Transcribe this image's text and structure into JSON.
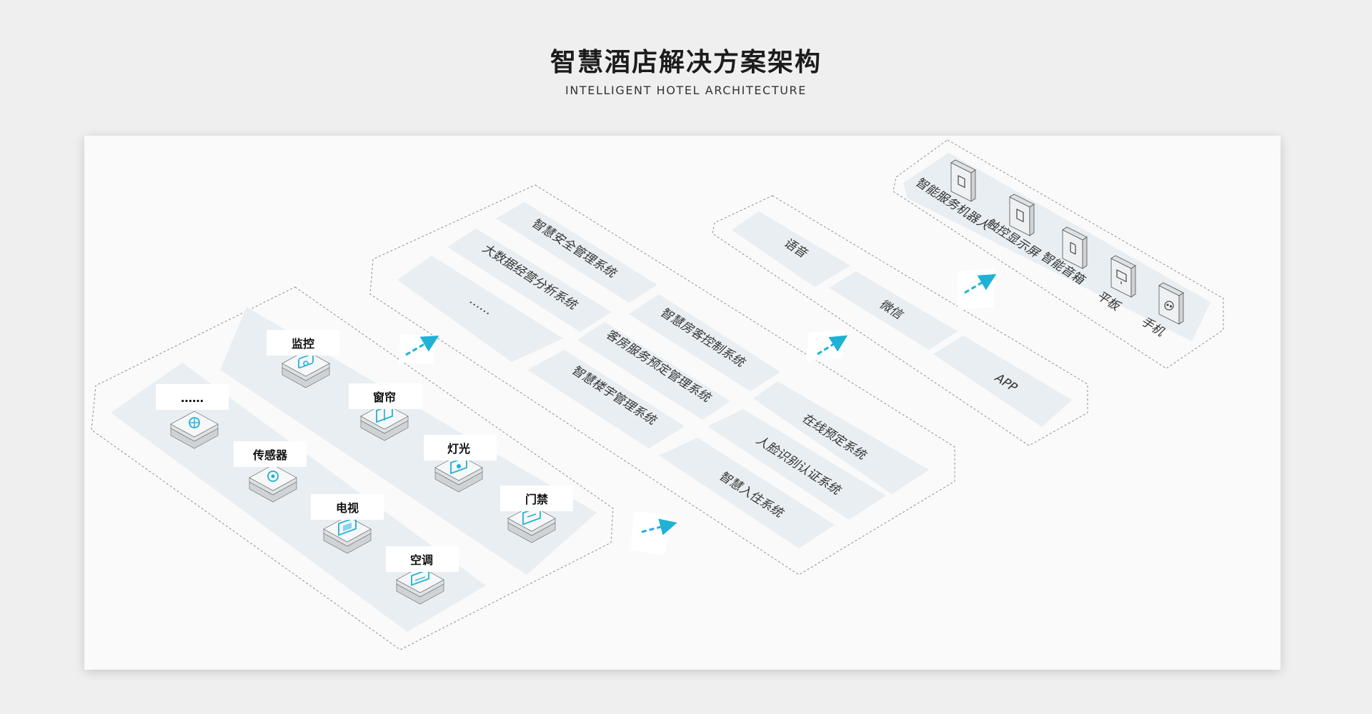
{
  "header": {
    "title": "智慧酒店解决方案架构",
    "subtitle": "INTELLIGENT HOTEL ARCHITECTURE"
  },
  "devices": [
    {
      "label": "监控",
      "icon": "camera-icon"
    },
    {
      "label": "窗帘",
      "icon": "curtain-icon"
    },
    {
      "label": "灯光",
      "icon": "light-icon"
    },
    {
      "label": "门禁",
      "icon": "door-access-icon"
    },
    {
      "label": "……",
      "icon": "more-icon"
    },
    {
      "label": "传感器",
      "icon": "sensor-icon"
    },
    {
      "label": "电视",
      "icon": "tv-icon"
    },
    {
      "label": "空调",
      "icon": "air-conditioner-icon"
    }
  ],
  "systems": [
    "智慧安全管理系统",
    "大数据经营分析系统",
    "……",
    "智慧房客控制系统",
    "客房服务预定管理系统",
    "智慧楼宇管理系统",
    "在线预定系统",
    "人脸识别认证系统",
    "智慧入住系统"
  ],
  "channels": [
    "语音",
    "微信",
    "APP"
  ],
  "terminals": [
    {
      "label": "智能服务机器人",
      "icon": "robot-icon"
    },
    {
      "label": "触控显示屏",
      "icon": "touch-screen-icon"
    },
    {
      "label": "智能音箱",
      "icon": "smart-speaker-icon"
    },
    {
      "label": "平板",
      "icon": "tablet-icon"
    },
    {
      "label": "手机",
      "icon": "phone-icon"
    }
  ],
  "colors": {
    "accent": "#1fb1d6",
    "tile": "#e8eef1",
    "panel": "#fafafa",
    "background": "#efefef"
  }
}
